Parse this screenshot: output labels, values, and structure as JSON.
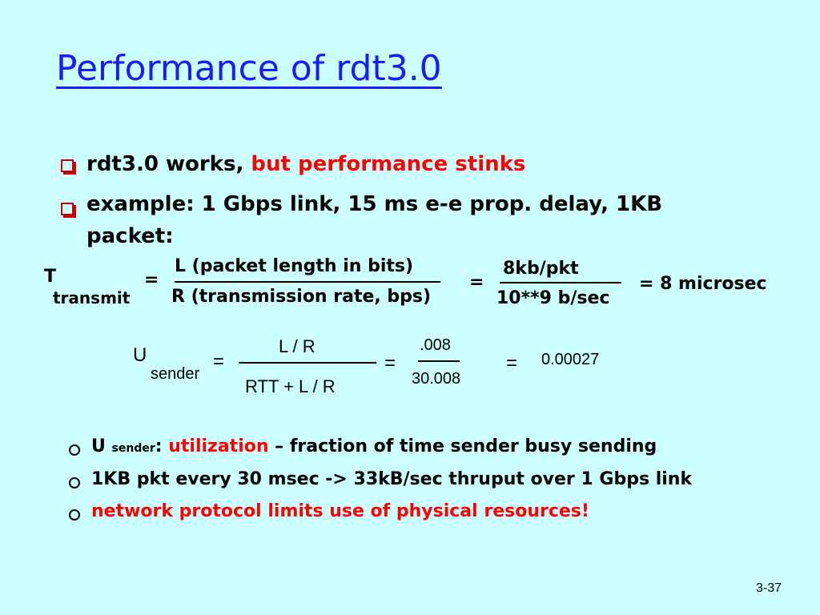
{
  "title": "Performance of rdt3.0",
  "bullets": [
    {
      "text": "rdt3.0 works, ",
      "highlight": "but performance stinks"
    },
    {
      "line1": "example: 1 Gbps link, 15 ms e-e prop. delay, 1KB",
      "line2": "packet:"
    }
  ],
  "ttransmit": {
    "T": "T",
    "sub": "transmit",
    "eq1": "=",
    "num1": "L (packet length in bits)",
    "den1": "R (transmission rate, bps)",
    "eq2": "=",
    "num2": "8kb/pkt",
    "den2": "10**9 b/sec",
    "result": "= 8 microsec"
  },
  "usender": {
    "U": "U",
    "sub": "sender",
    "eq1": "=",
    "num1": "L / R",
    "den1": "RTT + L / R",
    "eq2": "=",
    "num2": ".008",
    "den2": "30.008",
    "eq3": "=",
    "result": "0.00027"
  },
  "subbullets": [
    {
      "prefix": "U ",
      "sub": "sender",
      "colon": ": ",
      "term": "utilization",
      "rest": " – fraction of time sender busy sending"
    },
    {
      "text": "1KB pkt every 30 msec -> 33kB/sec thruput over 1 Gbps link"
    },
    {
      "text": "network protocol limits use of physical resources!"
    }
  ],
  "page_number": "3-37",
  "colors": {
    "background": "#ccffff",
    "title": "#1a1aff",
    "accent": "#ff0000",
    "bullet": "#cc0000"
  }
}
